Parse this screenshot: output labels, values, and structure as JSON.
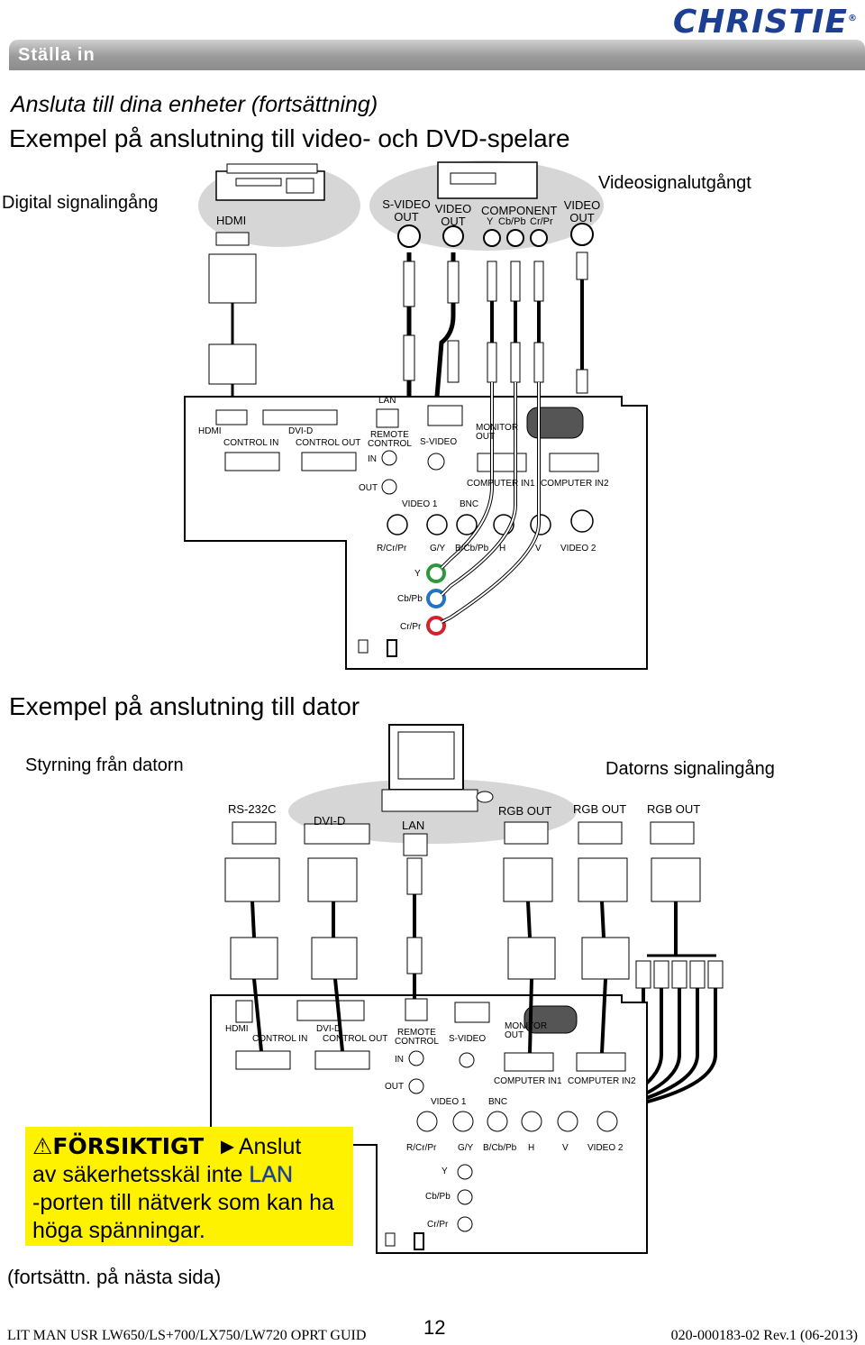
{
  "brand": "CHRISTIE",
  "header": "Ställa in",
  "title_italic": "Ansluta till dina enheter (fortsättning)",
  "title1": "Exempel på anslutning till video- och DVD-spelare",
  "diagram1": {
    "left_label": "Digital signalingång",
    "right_label": "Videosignalutgångt",
    "hdmi": "HDMI",
    "svideo_out": "S-VIDEO OUT",
    "video_out": "VIDEO OUT",
    "component": "COMPONENT",
    "comp_y": "Y",
    "comp_cb": "Cb/Pb",
    "comp_cr": "Cr/Pr",
    "video_out2": "VIDEO OUT",
    "panel": {
      "lan": "LAN",
      "hdmi": "HDMI",
      "dvid": "DVI-D",
      "remote": "REMOTE",
      "control": "CONTROL",
      "control_in": "CONTROL IN",
      "control_out": "CONTROL OUT",
      "svideo": "S-VIDEO",
      "monitor": "MONITOR",
      "out": "OUT",
      "in": "IN",
      "comp_in1": "COMPUTER IN1",
      "comp_in2": "COMPUTER IN2",
      "video1": "VIDEO 1",
      "bnc": "BNC",
      "rcr": "R/Cr/Pr",
      "gy": "G/Y",
      "bcb": "B/Cb/Pb",
      "h": "H",
      "v": "V",
      "video2": "VIDEO 2",
      "y": "Y",
      "cbpb": "Cb/Pb",
      "crpr": "Cr/Pr"
    }
  },
  "title2": "Exempel på anslutning till dator",
  "diagram2": {
    "left_label": "Styrning från datorn",
    "right_label": "Datorns signalingång",
    "rs232c": "RS-232C",
    "dvid": "DVI-D",
    "lan": "LAN",
    "rgb_out": "RGB OUT"
  },
  "caution": {
    "head": "FÖRSIKTIGT",
    "arrow": "►",
    "text1": "Anslut",
    "text2": "av säkerhetsskäl inte",
    "lan": "LAN",
    "text3": "-porten till nätverk som kan ha höga spänningar."
  },
  "continued": "(fortsättn. på nästa sida)",
  "footer": {
    "left": "LIT MAN USR LW650/LS+700/LX750/LW720 OPRT GUID",
    "page": "12",
    "right": "020-000183-02 Rev.1 (06-2013)"
  },
  "colors": {
    "header": "#9a9a9a",
    "logo": "#1d3f93",
    "caution": "#fff200",
    "lan_word": "#1c3f95"
  }
}
